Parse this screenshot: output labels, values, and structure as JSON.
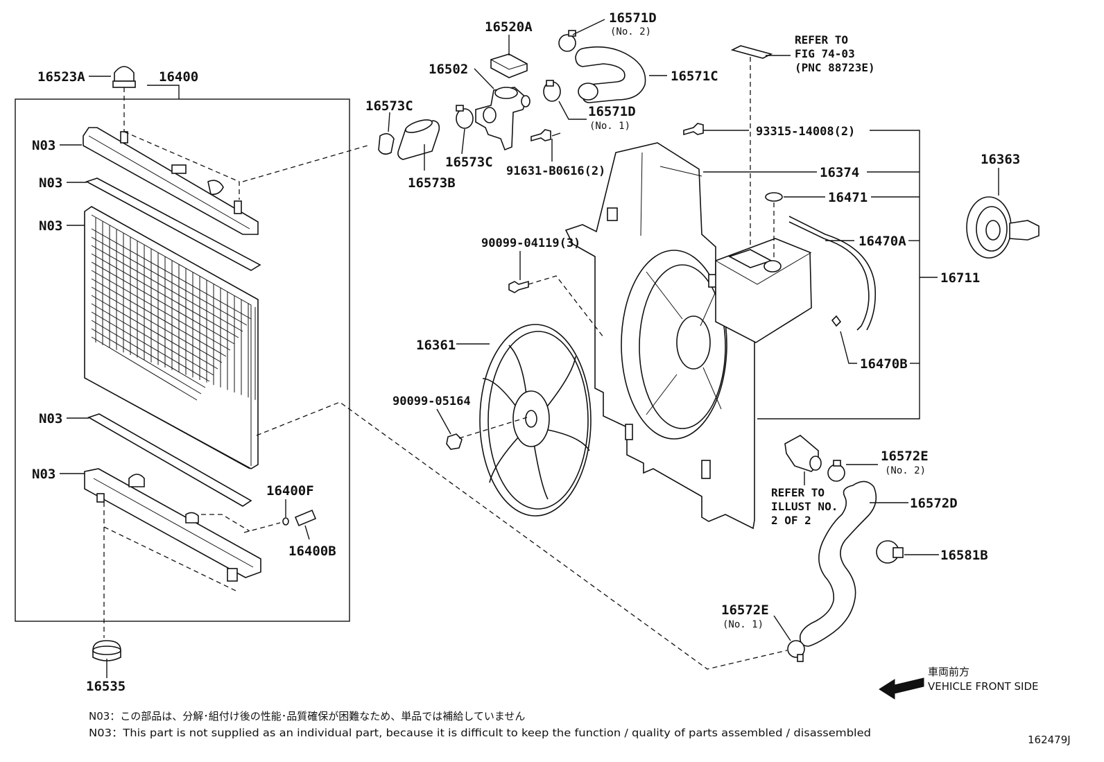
{
  "labels": {
    "p16523A": "16523A",
    "p16400": "16400",
    "n03_1": "N03",
    "n03_2": "N03",
    "n03_3": "N03",
    "n03_4": "N03",
    "n03_5": "N03",
    "p16400F": "16400F",
    "p16400B": "16400B",
    "p16535": "16535",
    "p16573C_1": "16573C",
    "p16573C_2": "16573C",
    "p16573B": "16573B",
    "p16502": "16502",
    "p16520A": "16520A",
    "p16571D_2": "16571D",
    "p16571D_2_sub": "(No. 2)",
    "p16571C": "16571C",
    "p16571D_1": "16571D",
    "p16571D_1_sub": "(No. 1)",
    "p91631": "91631-B0616(2)",
    "p93315": "93315-14008(2)",
    "p16374": "16374",
    "p16471": "16471",
    "p16470A": "16470A",
    "p16711": "16711",
    "p16470B": "16470B",
    "p16363": "16363",
    "p90099_04119": "90099-04119(3)",
    "p16361": "16361",
    "p90099_05164": "90099-05164",
    "p16572E_2": "16572E",
    "p16572E_2_sub": "(No. 2)",
    "p16572D": "16572D",
    "p16581B": "16581B",
    "p16572E_1": "16572E",
    "p16572E_1_sub": "(No. 1)"
  },
  "refers": {
    "top_line1": "REFER TO",
    "top_line2": "FIG 74-03",
    "top_line3": "(PNC 88723E)",
    "mid_line1": "REFER TO",
    "mid_line2": "ILLUST NO.",
    "mid_line3": "2 OF 2"
  },
  "direction": {
    "jp": "車両前方",
    "en": "VEHICLE FRONT SIDE"
  },
  "notes": {
    "jp": "N03：この部品は、分解･組付け後の性能･品質確保が困難なため、単品では補給していません",
    "en": "N03：This part is not supplied as an individual part, because it is difficult to keep the function / quality of parts assembled / disassembled"
  },
  "figure_id": "162479J"
}
